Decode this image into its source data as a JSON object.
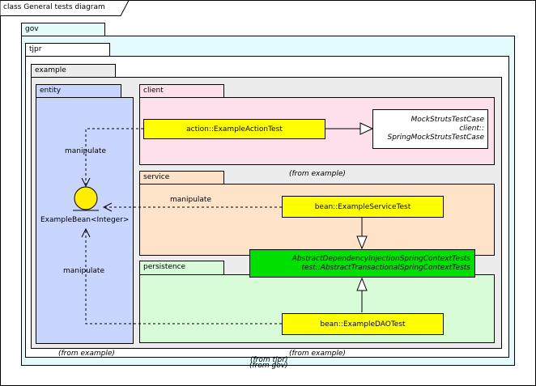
{
  "diagram": {
    "title": "class General tests diagram",
    "packages": {
      "gov": "gov",
      "tjpr": "tjpr",
      "example": "example",
      "entity": "entity",
      "client": "client",
      "service": "service",
      "persistence": "persistence"
    },
    "classes": {
      "example_action_test": "action::ExampleActionTest",
      "mock_struts_line1": "MockStrutsTestCase",
      "mock_struts_line2": "client::",
      "mock_struts_line3": "SpringMockStrutsTestCase",
      "example_service_test": "bean::ExampleServiceTest",
      "abstract_line1": "AbstractDependencyInjectionSpringContextTests",
      "abstract_line2": "test::AbstractTransactionalSpringContextTests",
      "example_dao_test": "bean::ExampleDAOTest",
      "example_bean": "ExampleBean<Integer>"
    },
    "relation_labels": {
      "manipulate_action": "manipulate",
      "manipulate_service": "manipulate",
      "manipulate_dao": "manipulate"
    },
    "from_labels": {
      "from_example_service": "(from example)",
      "from_example_entity": "(from example)",
      "from_example_bottom": "(from example)",
      "from_tjpr": "(from tjpr)",
      "from_gov": "(from gov)"
    },
    "colors": {
      "gov_fill": "#e3fbfb",
      "tjpr_fill": "#ffffff",
      "example_fill": "#ececec",
      "entity_fill": "#c8d6ff",
      "client_fill": "#fde0ec",
      "service_fill": "#ffe3c8",
      "persistence_fill": "#d8fbd8",
      "class_yellow": "#ffff00",
      "class_green": "#00e000",
      "bean_circle": "#ffee00"
    }
  }
}
